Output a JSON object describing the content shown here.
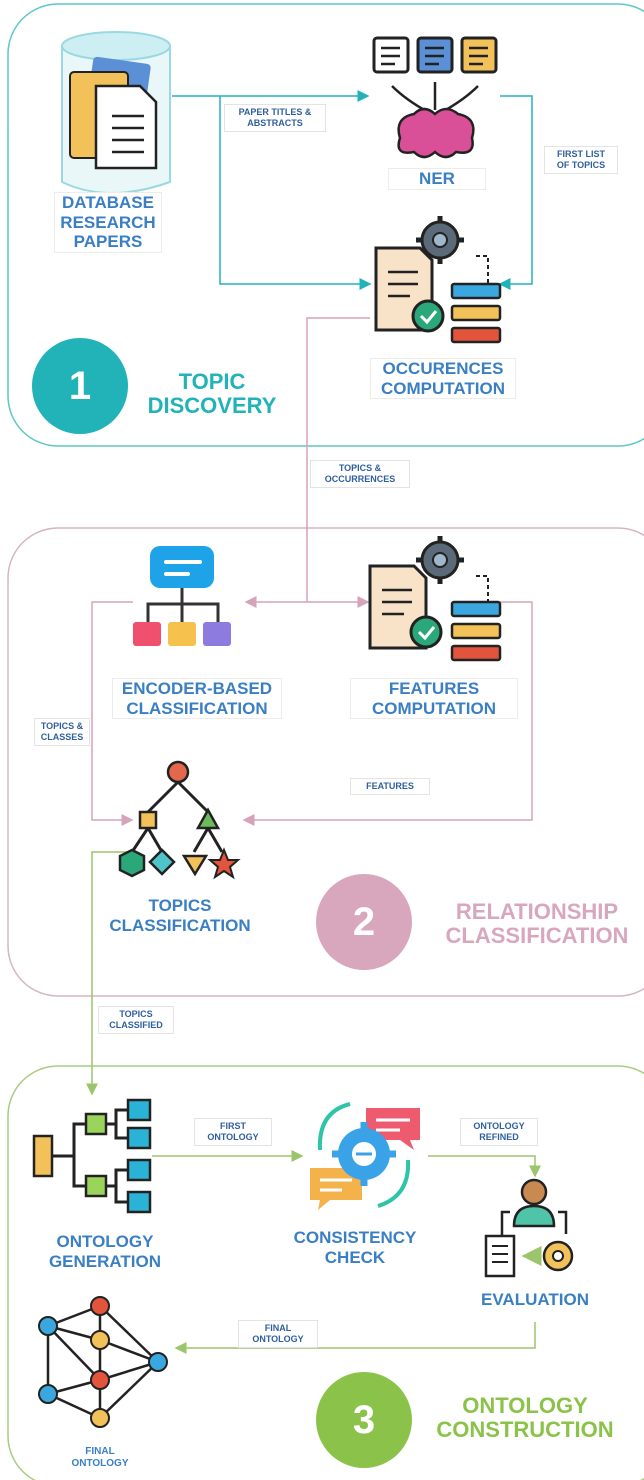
{
  "sections": {
    "s1": {
      "number": "1",
      "title": "TOPIC\nDISCOVERY",
      "color": "#21b3b8"
    },
    "s2": {
      "number": "2",
      "title": "RELATIONSHIP\nCLASSIFICATION",
      "color": "#d9a7bd"
    },
    "s3": {
      "number": "3",
      "title": "ONTOLOGY\nCONSTRUCTION",
      "color": "#8bc34a"
    }
  },
  "nodes": {
    "database": "DATABASE\nRESEARCH\nPAPERS",
    "ner": "NER",
    "occurences": "OCCURENCES\nCOMPUTATION",
    "encoder": "ENCODER-BASED\nCLASSIFICATION",
    "features": "FEATURES\nCOMPUTATION",
    "topics_classification": "TOPICS\nCLASSIFICATION",
    "ontology_generation": "ONTOLOGY\nGENERATION",
    "consistency": "CONSISTENCY\nCHECK",
    "evaluation": "EVALUATION",
    "final_ontology": "FINAL\nONTOLOGY"
  },
  "edges": {
    "paper_titles": "PAPER TITLES &\nABSTRACTS",
    "first_list": "FIRST LIST\nOF TOPICS",
    "topics_occurrences": "TOPICS &\nOCCURRENCES",
    "topics_classes": "TOPICS &\nCLASSES",
    "features": "FEATURES",
    "topics_classified": "TOPICS\nCLASSIFIED",
    "first_ontology": "FIRST\nONTOLOGY",
    "ontology_refined": "ONTOLOGY\nREFINED",
    "final_ontology": "FINAL\nONTOLOGY"
  },
  "icons": [
    "database-icon",
    "brain-docs-icon",
    "gear-docs-icon",
    "hierarchy-icon",
    "gear-docs-icon",
    "tree-shapes-icon",
    "ontology-tree-icon",
    "consistency-chat-icon",
    "evaluation-person-icon",
    "network-graph-icon"
  ]
}
